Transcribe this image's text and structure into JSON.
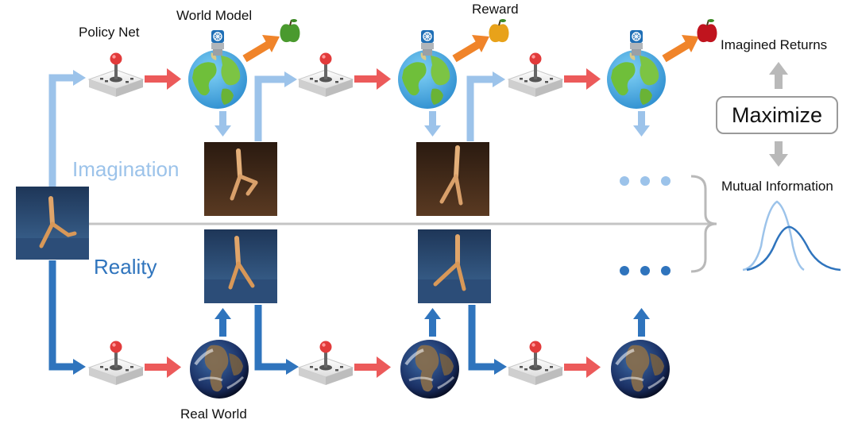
{
  "labels": {
    "policy_net": "Policy Net",
    "world_model": "World Model",
    "reward": "Reward",
    "imagined_returns": "Imagined Returns",
    "maximize": "Maximize",
    "mutual_information": "Mutual Information",
    "imagination": "Imagination",
    "reality": "Reality",
    "real_world": "Real World"
  },
  "colors": {
    "imagination_arrow": "#9cc3ea",
    "reality_arrow": "#2f74bd",
    "action_arrow": "#ec5a5a",
    "reward_arrow": "#f0842a",
    "neutral_arrow": "#b9b9b9",
    "imagination_text": "#9cc3ea",
    "reality_text": "#2f74bd",
    "apple_green": "#4a9a2e",
    "apple_yellow": "#e8a21a",
    "apple_red": "#c0141e"
  },
  "icons": {
    "controller": "joystick-controller-icon",
    "world_model": "world-model-globe-icon",
    "real_world": "earth-photo-icon",
    "reward": "apple-icon",
    "agent_frame": "walker-robot-frame"
  }
}
